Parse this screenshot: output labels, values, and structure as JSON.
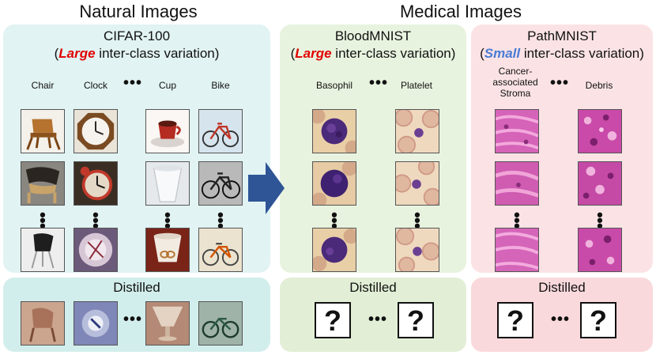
{
  "headers": {
    "natural": "Natural Images",
    "medical": "Medical Images"
  },
  "cifar": {
    "name": "CIFAR-100",
    "variation_open": "(",
    "variation_emph": "Large",
    "variation_rest": " inter-class variation)",
    "classes": [
      "Chair",
      "Clock",
      "Cup",
      "Bike"
    ],
    "ellipsis": "•••"
  },
  "blood": {
    "name": "BloodMNIST",
    "variation_open": "(",
    "variation_emph": "Large",
    "variation_rest": " inter-class variation)",
    "classes": [
      "Basophil",
      "Platelet"
    ],
    "ellipsis": "•••"
  },
  "path": {
    "name": "PathMNIST",
    "variation_open": "(",
    "variation_emph": "Small",
    "variation_rest": " inter-class variation)",
    "classes": [
      "Cancer-",
      "associated",
      "Stroma",
      "Debris"
    ],
    "ellipsis": "•••"
  },
  "distilled": {
    "label": "Distilled",
    "ellipsis": "•••",
    "question": "?"
  },
  "colors": {
    "natural_panel": "#e1f3f2",
    "blood_panel": "#e8f3df",
    "path_panel": "#fbe3e5",
    "arrow": "#2f5597",
    "emph_red": "#e00000",
    "emph_blue": "#4a7bd6"
  }
}
